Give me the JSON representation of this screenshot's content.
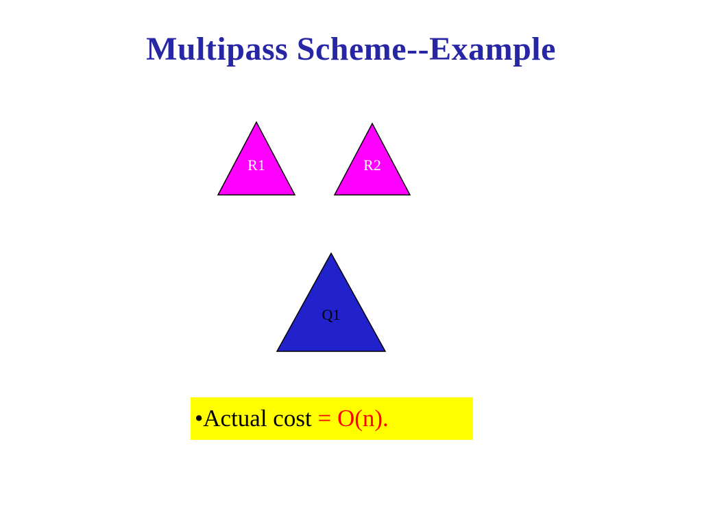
{
  "slide": {
    "title": "Multipass Scheme--Example",
    "title_color": "#2727A6",
    "background_color": "#FFFFFF"
  },
  "triangles": [
    {
      "label": "R1",
      "fill": "#FF00FF",
      "stroke": "#000000",
      "label_color": "#FFFFFF"
    },
    {
      "label": "R2",
      "fill": "#FF00FF",
      "stroke": "#000000",
      "label_color": "#FFFFFF"
    },
    {
      "label": "Q1",
      "fill": "#2222CC",
      "stroke": "#000000",
      "label_color": "#000000"
    }
  ],
  "caption": {
    "bullet": "•",
    "text_black": "Actual cost ",
    "text_red": "= O(n).",
    "background_color": "#FFFF00",
    "red_color": "#FF0000"
  }
}
